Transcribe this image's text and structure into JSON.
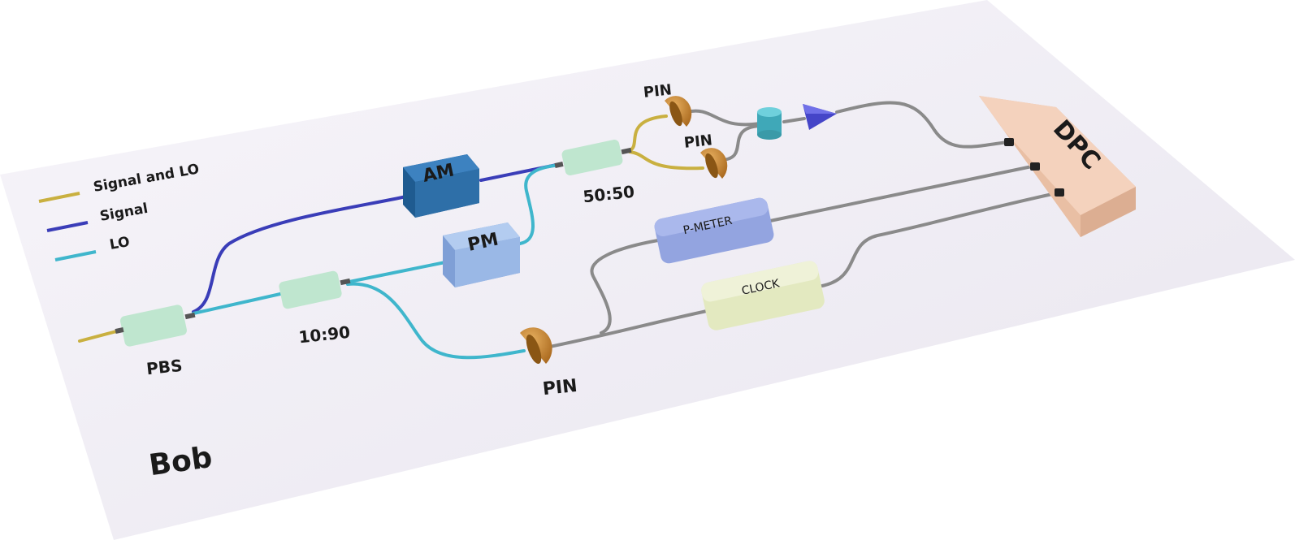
{
  "legend": {
    "items": [
      {
        "label": "Signal and LO",
        "color": "#c9b040"
      },
      {
        "label": "Signal",
        "color": "#3a3db8"
      },
      {
        "label": "LO",
        "color": "#3fb6cc"
      }
    ]
  },
  "components": {
    "pbs": "PBS",
    "coupler_10_90": "10:90",
    "coupler_50_50": "50:50",
    "am": "AM",
    "pm": "PM",
    "pin_top": "PIN",
    "pin_middle": "PIN",
    "pin_bottom": "PIN",
    "p_meter": "P-METER",
    "clock": "CLOCK",
    "dpc": "DPC"
  },
  "party_label": "Bob",
  "colors": {
    "signal_and_lo": "#c9b040",
    "signal": "#3a3db8",
    "lo": "#3fb6cc",
    "electrical": "#8a8a8a",
    "coupler": "#bfe6cf",
    "am": "#2e6fa8",
    "pm": "#9ab8e6",
    "p_meter": "#93a4e0",
    "clock": "#e8edc8",
    "dpc": "#f2cdb5",
    "pin": "#c98a2e",
    "amplifier": "#5a5ad8",
    "cylinder": "#4cb8c8"
  }
}
